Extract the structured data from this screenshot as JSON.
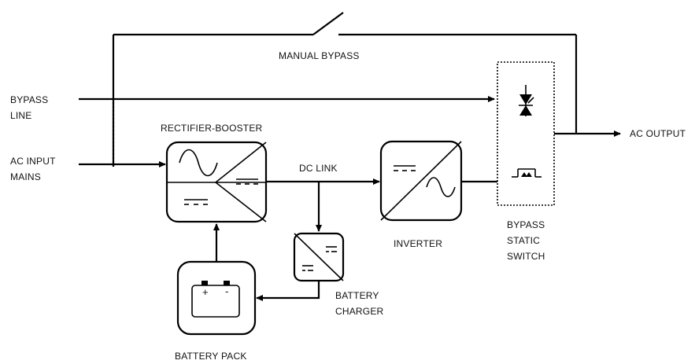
{
  "labels": {
    "manual_bypass": "MANUAL BYPASS",
    "bypass_line": [
      "BYPASS",
      "LINE"
    ],
    "ac_input": [
      "AC INPUT",
      "MAINS"
    ],
    "rectifier_booster": "RECTIFIER-BOOSTER",
    "dc_link": "DC LINK",
    "inverter": "INVERTER",
    "bypass_static_switch": [
      "BYPASS",
      "STATIC",
      "SWITCH"
    ],
    "ac_output": "AC OUTPUT",
    "battery_charger": [
      "BATTERY",
      "CHARGER"
    ],
    "battery_pack": "BATTERY PACK",
    "battery_plus": "+",
    "battery_minus": "-"
  }
}
